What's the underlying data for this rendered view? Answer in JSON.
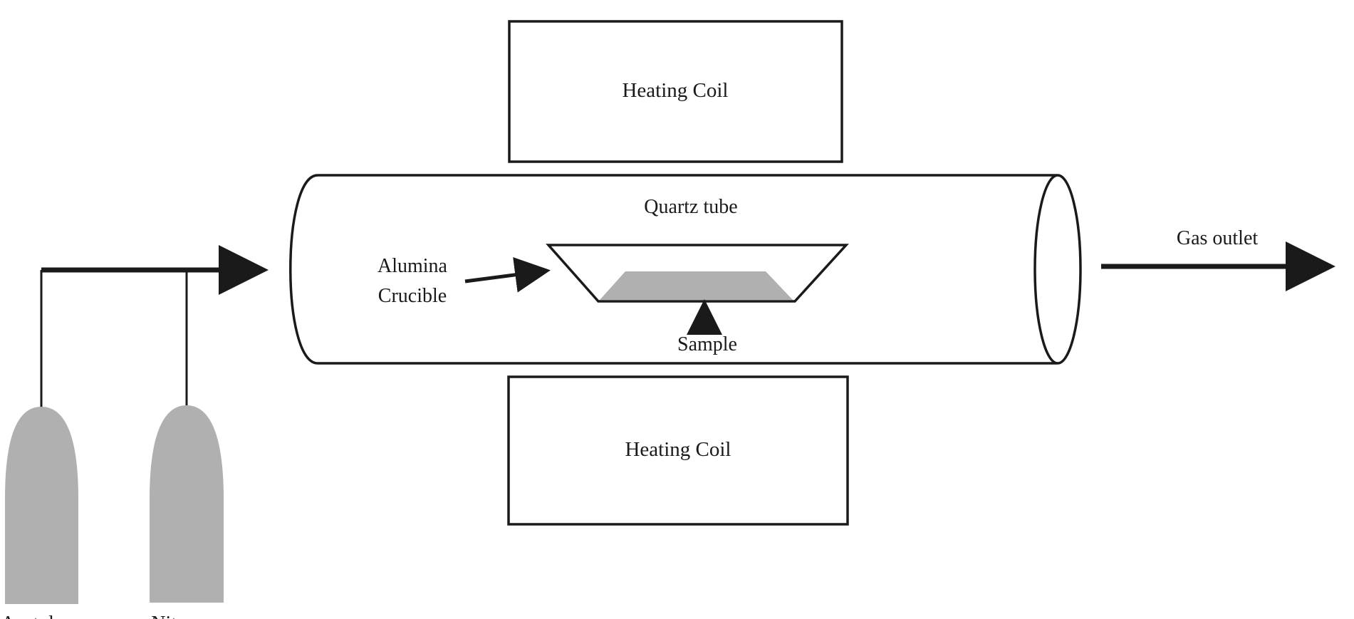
{
  "diagram": {
    "labels": {
      "heating_coil_top": "Heating Coil",
      "heating_coil_bottom": "Heating Coil",
      "quartz_tube": "Quartz tube",
      "alumina_line1": "Alumina",
      "alumina_line2": "Crucible",
      "sample": "Sample",
      "gas_outlet": "Gas outlet",
      "cylinder_left": "Acetylene",
      "cylinder_right": "Nitrogen"
    },
    "colors": {
      "stroke": "#1a1a1a",
      "fill_gray": "#b0b0b0",
      "background": "#ffffff"
    }
  }
}
